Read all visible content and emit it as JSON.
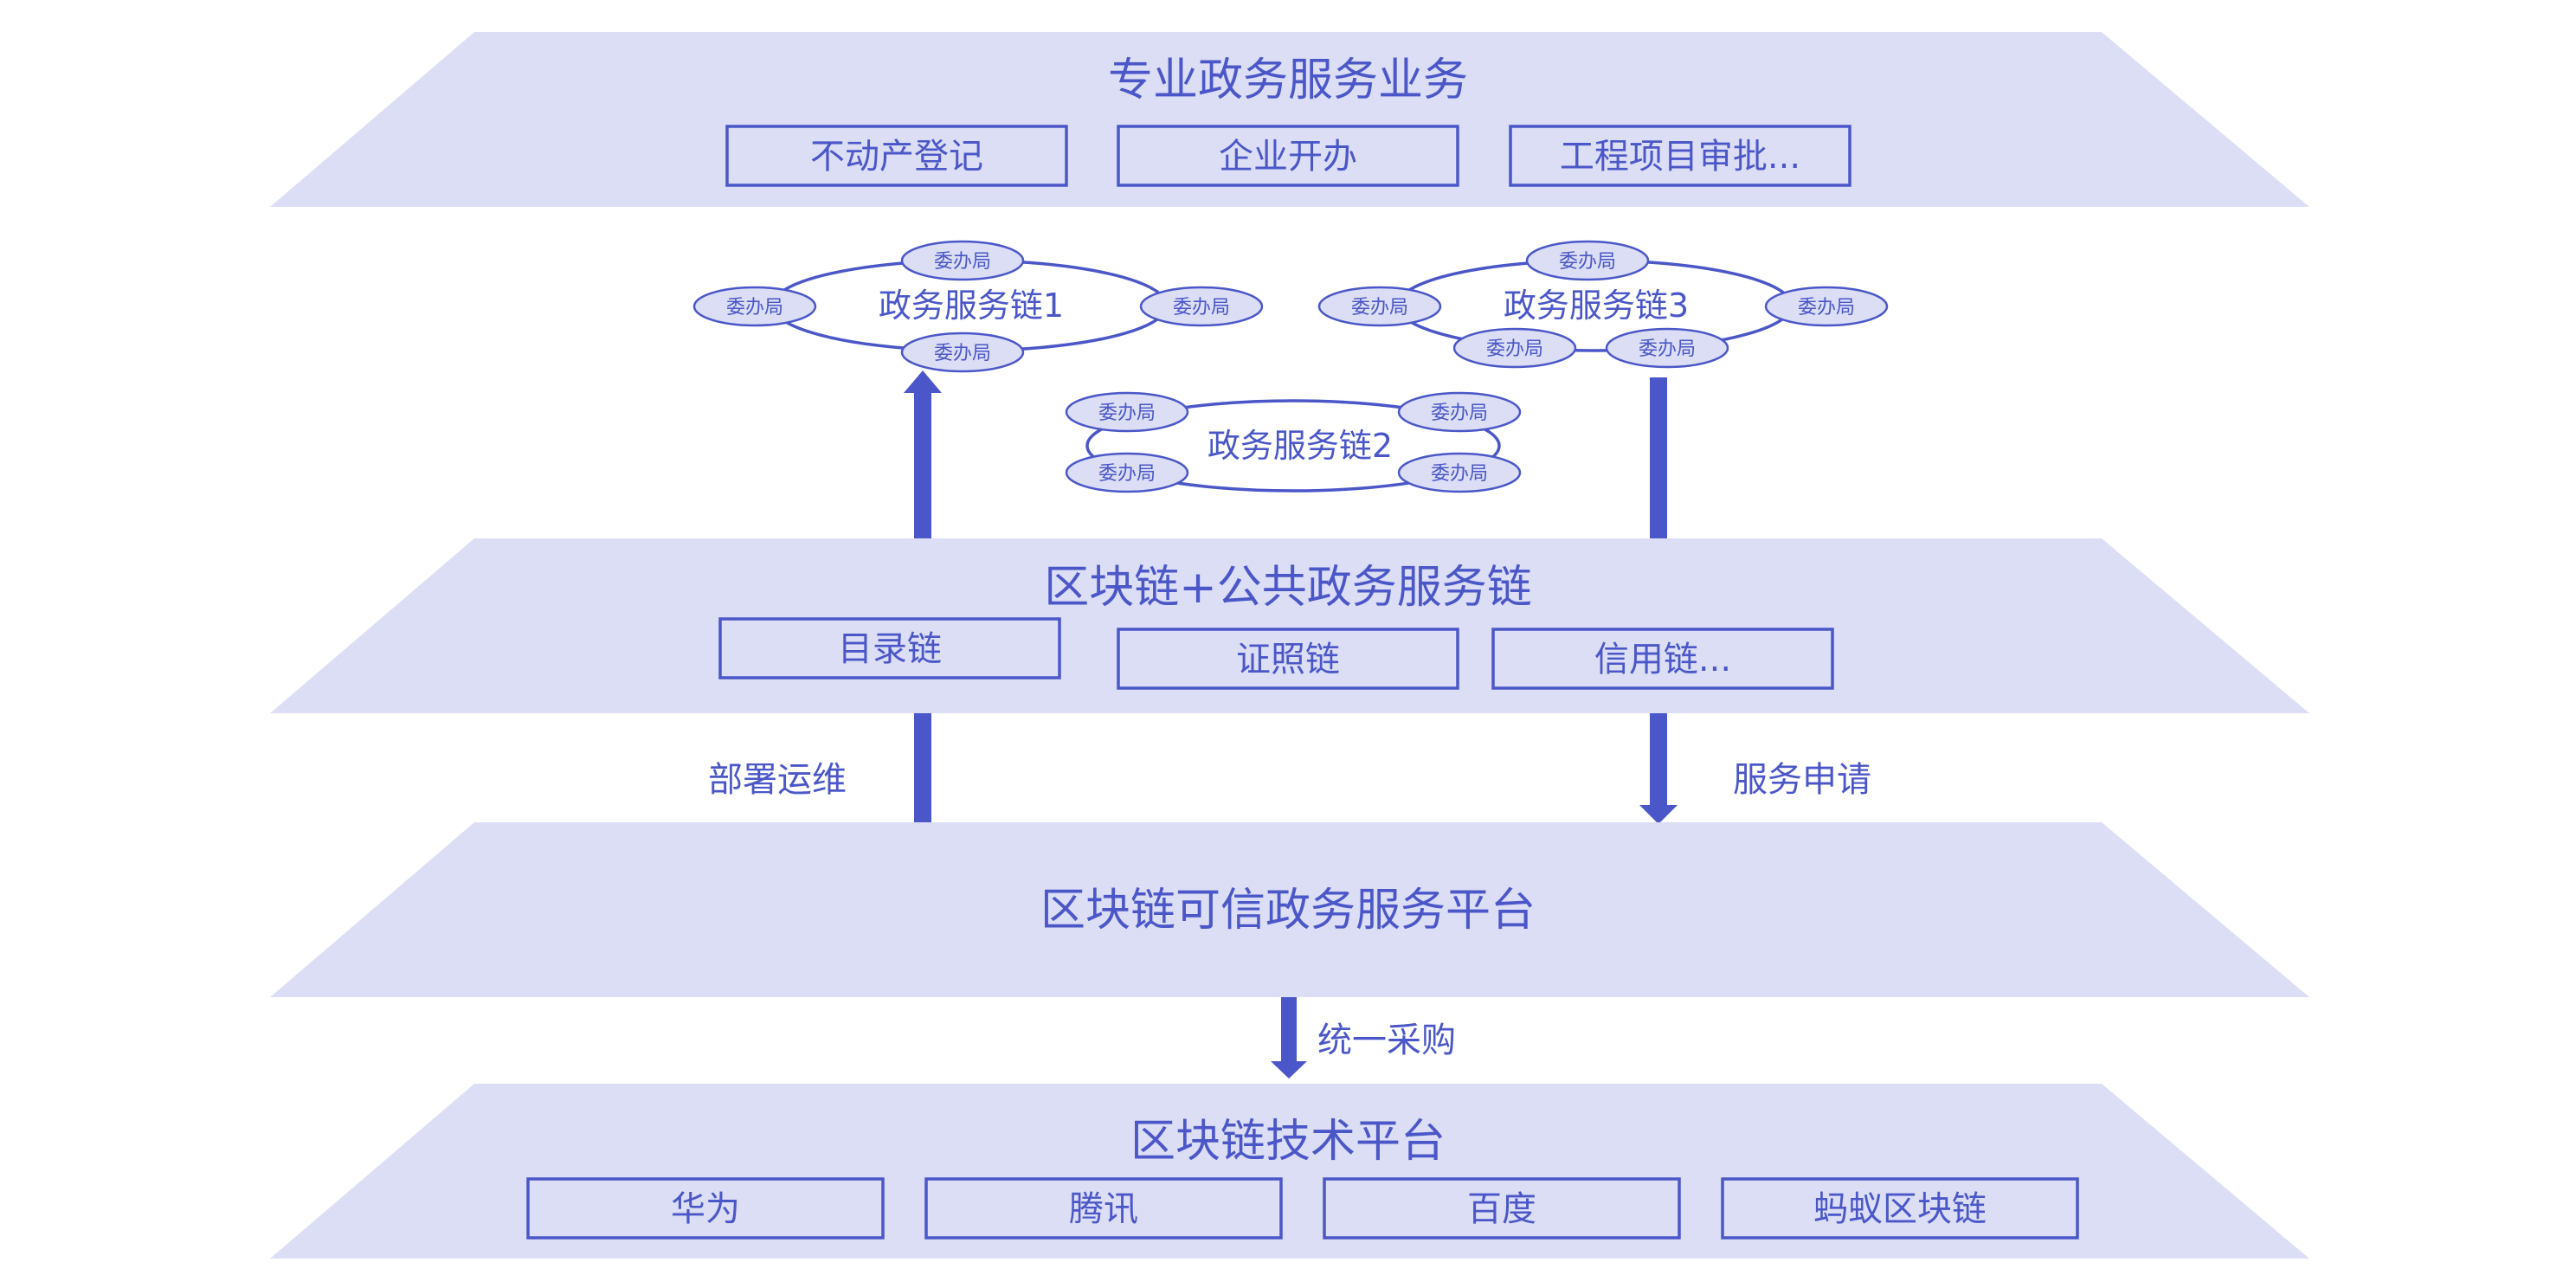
{
  "layer1": {
    "title": "专业政务服务业务",
    "items": [
      "不动产登记",
      "企业开办",
      "工程项目审批..."
    ]
  },
  "chains": [
    {
      "label": "政务服务链1",
      "nodes": [
        "委办局",
        "委办局",
        "委办局",
        "委办局"
      ]
    },
    {
      "label": "政务服务链2",
      "nodes": [
        "委办局",
        "委办局",
        "委办局",
        "委办局"
      ]
    },
    {
      "label": "政务服务链3",
      "nodes": [
        "委办局",
        "委办局",
        "委办局",
        "委办局",
        "委办局"
      ]
    }
  ],
  "layer2": {
    "title": "区块链+公共政务服务链",
    "items": [
      "目录链",
      "证照链",
      "信用链..."
    ]
  },
  "layer3": {
    "title": "区块链可信政务服务平台"
  },
  "layer4": {
    "title": "区块链技术平台",
    "items": [
      "华为",
      "腾讯",
      "百度",
      "蚂蚁区块链"
    ]
  },
  "connectors": {
    "left_label": "部署运维",
    "right_label": "服务申请",
    "bottom_label": "统一采购"
  },
  "colors": {
    "accent": "#4b57c8",
    "layer_fill": "#dcdef5"
  }
}
